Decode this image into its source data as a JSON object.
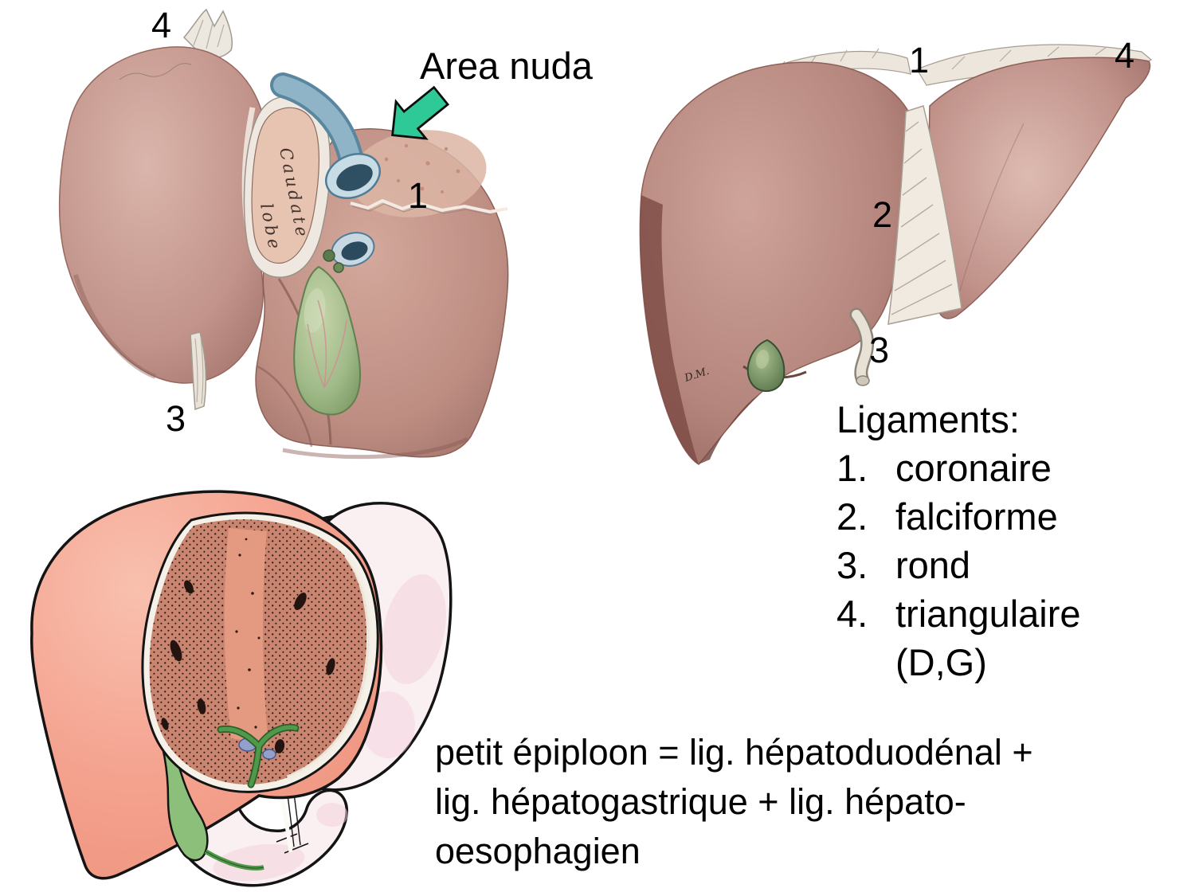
{
  "slide": {
    "figures": {
      "posterior_view": {
        "annotation": "Area nuda",
        "caudate_line1": "Caudate",
        "caudate_line2": "lobe",
        "num_triangular": "4",
        "num_coronary": "1",
        "num_round": "3"
      },
      "anterior_view": {
        "num_coronary": "1",
        "num_falciform": "2",
        "num_round": "3",
        "num_triangular": "4",
        "signature": "D.M."
      }
    },
    "ligaments": {
      "title": "Ligaments:",
      "items": [
        {
          "num": "1.",
          "label": "coronaire"
        },
        {
          "num": "2.",
          "label": "falciforme"
        },
        {
          "num": "3.",
          "label": "rond"
        },
        {
          "num": "4.",
          "label": "triangulaire\n(D,G)"
        }
      ]
    },
    "footnote": "petit épiploon = lig. hépatoduodénal +\nlig. hépatogastrique + lig. hépato-\noesophagien",
    "colors": {
      "arrow_green": "#2fc997",
      "liver_mauve": "#b98c84",
      "liver_dark_edge": "#7c4a44",
      "liver_salmon": "#f4a28f",
      "cut_surface_brown": "#c98570",
      "gallbladder_green": "#9db98a",
      "vein_blue": "#86aec4",
      "omentum_yellow": "#f8f0a2",
      "stomach_pink": "#faf0f2",
      "ligament_white": "#efe9e1",
      "text_black": "#000000"
    }
  }
}
